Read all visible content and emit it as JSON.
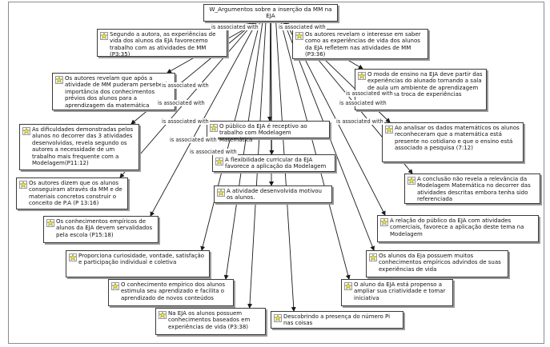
{
  "relation_label": "is associated with",
  "colors": {
    "line": "#1a1a1a",
    "node_border": "#3a3a3a",
    "icon_fill": "#e8e04a"
  },
  "icon": "quotation-star-icon",
  "root": {
    "label": "W_Argumentos sobre a inserção da MM na EJA"
  },
  "nodes": [
    {
      "id": "q1",
      "text": "Segundo a autora, as experiências de vida dos alunos da EJA favorecemo trabalho com as atividades de MM (P3:35)"
    },
    {
      "id": "q2",
      "text": "Os autores revelam o interesse em saber como as experiências de vida dos alunos da EJA refletem nas atividades de MM (P3:36)"
    },
    {
      "id": "q3",
      "text": "Os autores revelam que após a atividade de MM puderam perseberà importância dos conhecimentos prévios dos alunos para a aprendizagem da matemática"
    },
    {
      "id": "q4",
      "text": "O modo de ensino na EJA deve partir das experiências do alunado tornando a sala de aula um ambiente de aprendizagem pautado na troca de experiências"
    },
    {
      "id": "q5",
      "text": "As dificuldades demonstradas pelos alunos no decorrer das 3 atividades desenvolvidas, revela segundo os autores a necessidade de um trabalho mais frequente com a Modelagem(P11:12)"
    },
    {
      "id": "q6",
      "text": "O público da EJA é receptivo ao trabalho com Modelagem Matemática"
    },
    {
      "id": "q7",
      "text": "Ao analisar os dados matemáticos os alunos reconheceram que a matemática está presente no cotidiano e que o ensino está associado a pesquisa (7:12)"
    },
    {
      "id": "q8",
      "text": "A flexibilidade curricular da EJA favorece a aplicação da Modelagem"
    },
    {
      "id": "q9",
      "text": "Os autores dizem que os alunos conseguiram através da MM e de materiais concretos construir o conceito de P.A (P 13:16)"
    },
    {
      "id": "q10",
      "text": "A conclusão não revela a relevância da Modelagem Matemática no decorrer das atividades descritas embora tenha sido referenciada"
    },
    {
      "id": "q11",
      "text": "A atividade desenvolvida motivou os alunos."
    },
    {
      "id": "q12",
      "text": "Os conhecimentos empíricos de alunos da EJA devem servalidados pela escola (P15:18)"
    },
    {
      "id": "q13",
      "text": "A relação do público da EJA com atividades comerciais, favorece a aplicação deste tema na Modelagem"
    },
    {
      "id": "q14",
      "text": "Proporciona curiosidade, vontade, satisfação e participação individual e coletiva"
    },
    {
      "id": "q15",
      "text": "Os alunos da Eja possuem muitos conhecimentos empíricos advindos de suas experiências de vida"
    },
    {
      "id": "q16",
      "text": "O conhecimento empírico dos alunos estimula seu aprendizado e facilita o aprendizado de novos conteúdos"
    },
    {
      "id": "q17",
      "text": "O aluno da EJA está propenso a ampliar sua criatividade e tomar iniciativa"
    },
    {
      "id": "q18",
      "text": "Na EJA os alunos possuem conhecimentos baseados em experiências de vida (P3:38)"
    },
    {
      "id": "q19",
      "text": "Descobrindo a presença do número Pi nas coisas"
    }
  ]
}
